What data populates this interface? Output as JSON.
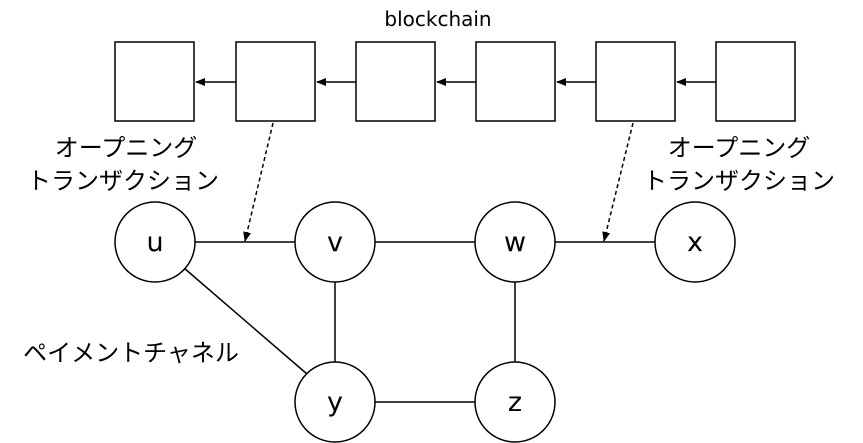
{
  "title": "blockchain",
  "blocks": [
    "",
    "",
    "",
    "",
    "",
    ""
  ],
  "nodes": {
    "u": "u",
    "v": "v",
    "w": "w",
    "x": "x",
    "y": "y",
    "z": "z"
  },
  "labels": {
    "opening_left_line1": "オープニング",
    "opening_left_line2": "トランザクション",
    "opening_right_line1": "オープニング",
    "opening_right_line2": "トランザクション",
    "payment_channel": "ペイメントチャネル"
  }
}
